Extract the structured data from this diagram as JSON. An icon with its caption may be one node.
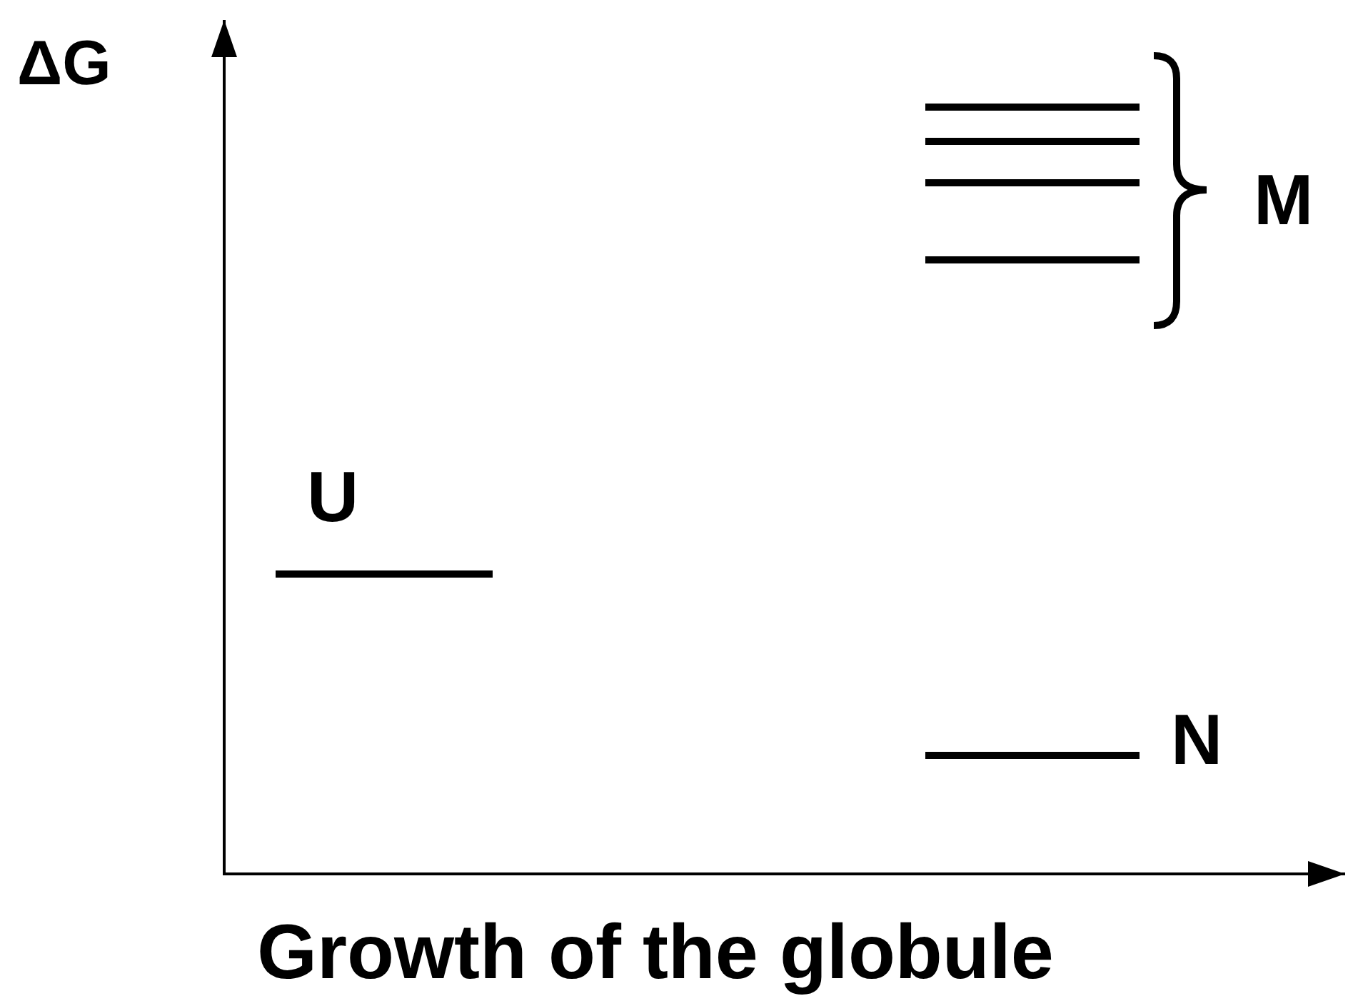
{
  "diagram": {
    "labels": [
      "ΔG",
      "M",
      "U",
      "N",
      "Growth of the globule"
    ]
  }
}
